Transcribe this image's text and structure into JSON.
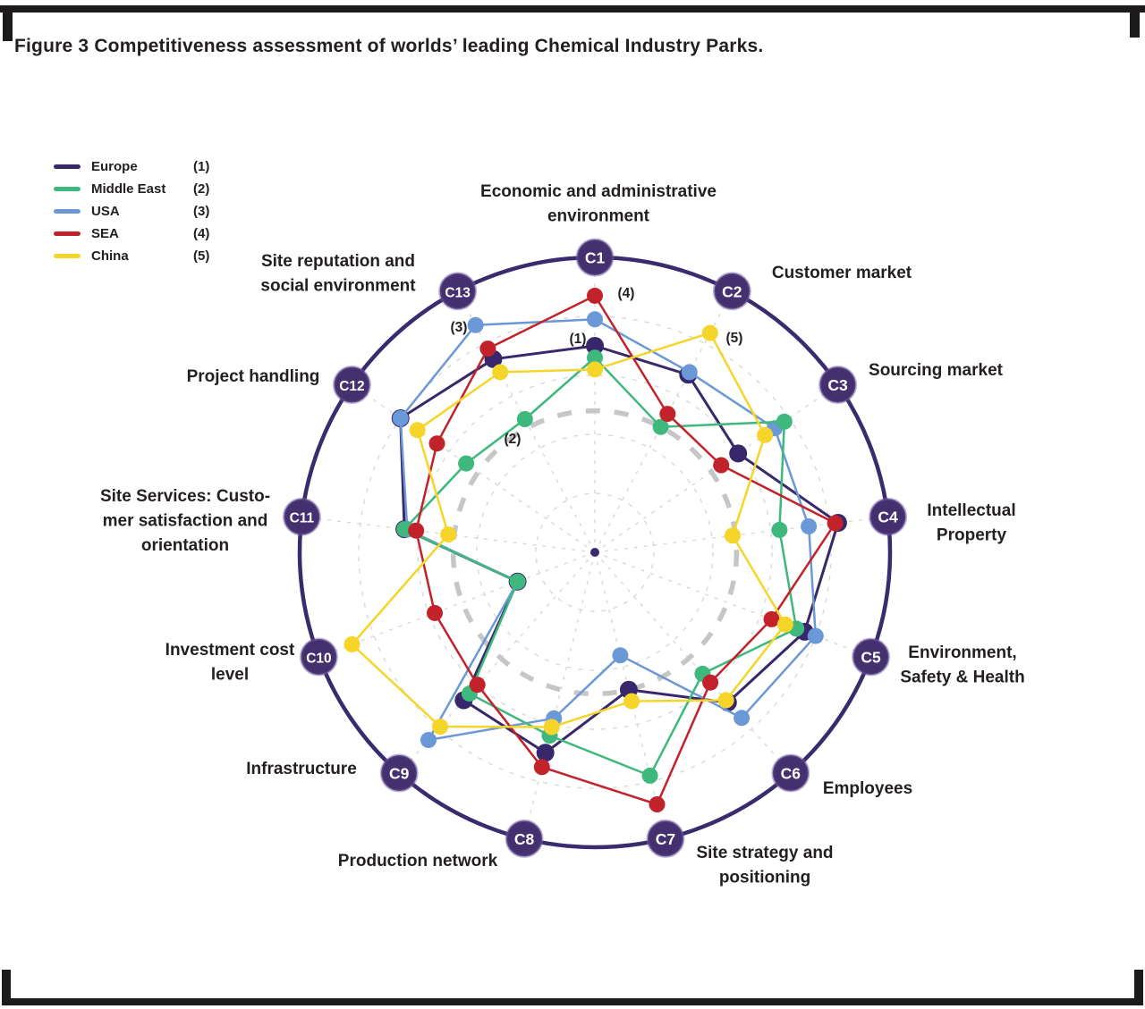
{
  "caption": "Figure 3 Competitiveness assessment of worlds’ leading Chemical Industry Parks.",
  "colors": {
    "frame": "#1d1a1b",
    "outer_ring": "#3a2a6e",
    "node_fill": "#45306f",
    "node_text": "#ffffff",
    "grid_light": "#d9d9d9",
    "benchmark_gray": "#c6c6c6",
    "label_text": "#231f20"
  },
  "chart_data": {
    "type": "radar",
    "title": "Competitiveness assessment of worlds’ leading Chemical Industry Parks",
    "axis_count": 13,
    "scale": {
      "min": 0,
      "max": 5,
      "rings": [
        1,
        2,
        3,
        4,
        5
      ],
      "benchmark_ring_value": 2.4
    },
    "legend_position": "top-left",
    "grid": true,
    "categories": [
      {
        "id": "C1",
        "label": "Economic and administrative environment",
        "lines": [
          "Economic and administrative",
          "environment"
        ]
      },
      {
        "id": "C2",
        "label": "Customer market",
        "lines": [
          "Customer market"
        ]
      },
      {
        "id": "C3",
        "label": "Sourcing market",
        "lines": [
          "Sourcing market"
        ]
      },
      {
        "id": "C4",
        "label": "Intellectual Property",
        "lines": [
          "Intellectual",
          "Property"
        ]
      },
      {
        "id": "C5",
        "label": "Environment, Safety & Health",
        "lines": [
          "Environment,",
          "Safety & Health"
        ]
      },
      {
        "id": "C6",
        "label": "Employees",
        "lines": [
          "Employees"
        ]
      },
      {
        "id": "C7",
        "label": "Site strategy and positioning",
        "lines": [
          "Site strategy and",
          "positioning"
        ]
      },
      {
        "id": "C8",
        "label": "Production network",
        "lines": [
          "Production network"
        ]
      },
      {
        "id": "C9",
        "label": "Infrastructure",
        "lines": [
          "Infrastructure"
        ]
      },
      {
        "id": "C10",
        "label": "Investment cost level",
        "lines": [
          "Investment cost",
          "level"
        ]
      },
      {
        "id": "C11",
        "label": "Site Services: Customer satisfaction and orientation",
        "lines": [
          "Site Services: Custo-",
          "mer satisfaction and",
          "orientation"
        ]
      },
      {
        "id": "C12",
        "label": "Project handling",
        "lines": [
          "Project handling"
        ]
      },
      {
        "id": "C13",
        "label": "Site reputation and social environment",
        "lines": [
          "Site reputation and",
          "social environment"
        ]
      }
    ],
    "series": [
      {
        "name": "Europe",
        "rank_label": "(1)",
        "color": "#38286b",
        "values": [
          3.5,
          3.4,
          2.95,
          4.15,
          3.8,
          3.4,
          2.4,
          3.5,
          3.35,
          1.4,
          3.25,
          4.0,
          3.7
        ]
      },
      {
        "name": "Middle East",
        "rank_label": "(2)",
        "color": "#3eb87c",
        "values": [
          3.3,
          2.4,
          3.9,
          3.15,
          3.65,
          2.75,
          3.9,
          3.2,
          3.2,
          1.4,
          3.25,
          2.65,
          2.55
        ]
      },
      {
        "name": "USA",
        "rank_label": "(3)",
        "color": "#6b98d6",
        "values": [
          3.95,
          3.45,
          3.7,
          3.65,
          4.0,
          3.75,
          1.8,
          2.9,
          4.25,
          1.4,
          3.2,
          4.0,
          4.35
        ]
      },
      {
        "name": "SEA",
        "rank_label": "(4)",
        "color": "#c2232b",
        "values": [
          4.35,
          2.65,
          2.6,
          4.1,
          3.2,
          2.95,
          4.4,
          3.75,
          3.0,
          2.9,
          3.05,
          3.25,
          3.9
        ]
      },
      {
        "name": "China",
        "rank_label": "(5)",
        "color": "#f6d52b",
        "values": [
          3.1,
          4.2,
          3.5,
          2.35,
          3.45,
          3.35,
          2.6,
          3.05,
          3.95,
          4.4,
          2.5,
          3.65,
          3.45
        ]
      }
    ]
  }
}
